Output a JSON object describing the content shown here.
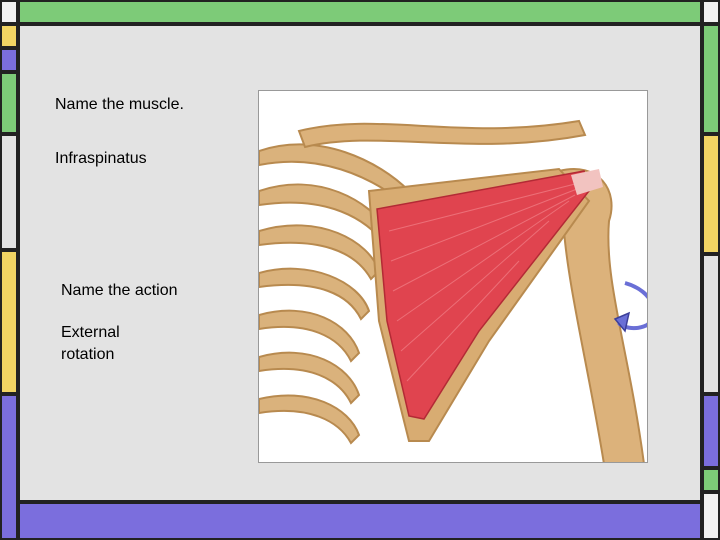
{
  "slide": {
    "prompt_muscle": "Name the muscle.",
    "answer_muscle": "Infraspinatus",
    "prompt_action": "Name the action",
    "answer_action_line1": "External",
    "answer_action_line2": "rotation"
  },
  "colors": {
    "green": "#7dcb78",
    "yellow": "#f1d463",
    "purple": "#7b6edd",
    "grey": "#e3e3e3",
    "muscle": "#e0444f",
    "bone": "#d4a86f",
    "arrow": "#6a6fd6"
  },
  "figure": {
    "icon": "rotation-arrow-icon"
  }
}
